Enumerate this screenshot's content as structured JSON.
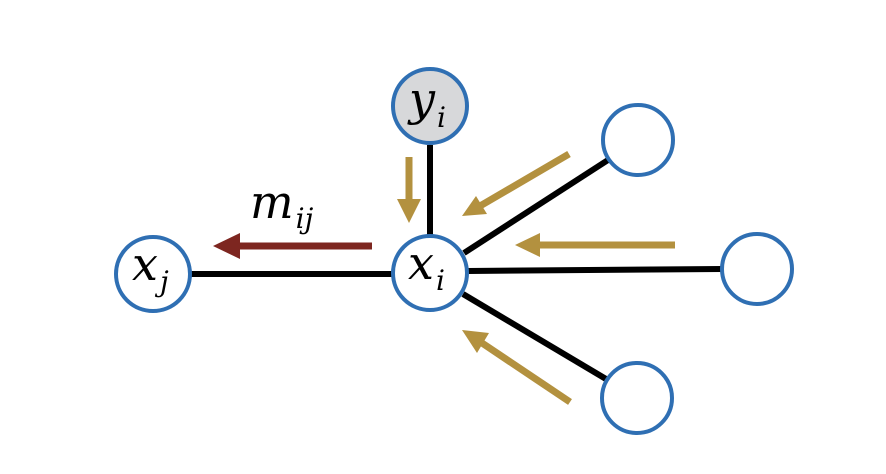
{
  "colors": {
    "node_stroke": "#2f6fb3",
    "node_fill": "#ffffff",
    "observed_fill": "#d7d8da",
    "edge": "#000000",
    "incoming_arrow": "#b3913f",
    "outgoing_arrow": "#7d2620"
  },
  "nodes": {
    "y_i": {
      "main": "y",
      "sub": "i"
    },
    "x_i": {
      "main": "x",
      "sub": "i"
    },
    "x_j": {
      "main": "x",
      "sub": "j"
    }
  },
  "message": {
    "main": "m",
    "sub": "ij"
  }
}
